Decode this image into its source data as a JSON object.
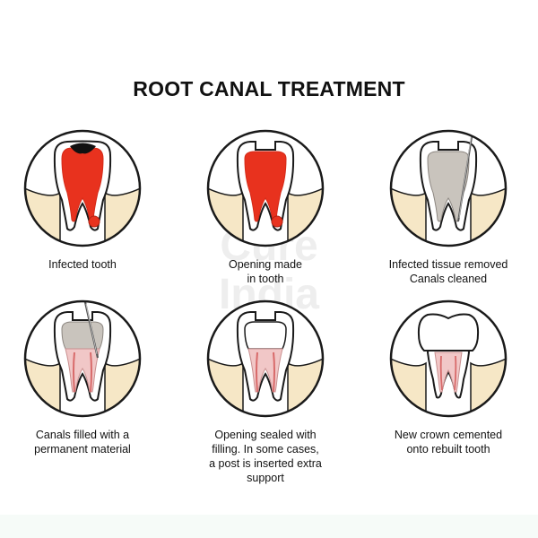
{
  "title": "ROOT CANAL TREATMENT",
  "watermark": [
    "Cure",
    "India"
  ],
  "colors": {
    "infection": "#e8321e",
    "gum": "#f6e7c6",
    "root_pink": "#f1c7c7",
    "dentin_grey": "#c9c4bd",
    "outline": "#1a1a1a"
  },
  "steps": [
    {
      "icon": "infected-tooth-icon",
      "caption": [
        "Infected tooth"
      ]
    },
    {
      "icon": "opened-tooth-icon",
      "caption": [
        "Opening made",
        "in tooth"
      ]
    },
    {
      "icon": "cleaned-tooth-icon",
      "caption": [
        "Infected tissue removed",
        "Canals cleaned"
      ]
    },
    {
      "icon": "filled-canals-icon",
      "caption": [
        "Canals filled with a",
        "permanent material"
      ]
    },
    {
      "icon": "sealed-tooth-icon",
      "caption": [
        "Opening sealed with",
        "filling. In some cases,",
        "a post is inserted extra",
        "support"
      ]
    },
    {
      "icon": "crowned-tooth-icon",
      "caption": [
        "New crown cemented",
        "onto rebuilt tooth"
      ]
    }
  ]
}
